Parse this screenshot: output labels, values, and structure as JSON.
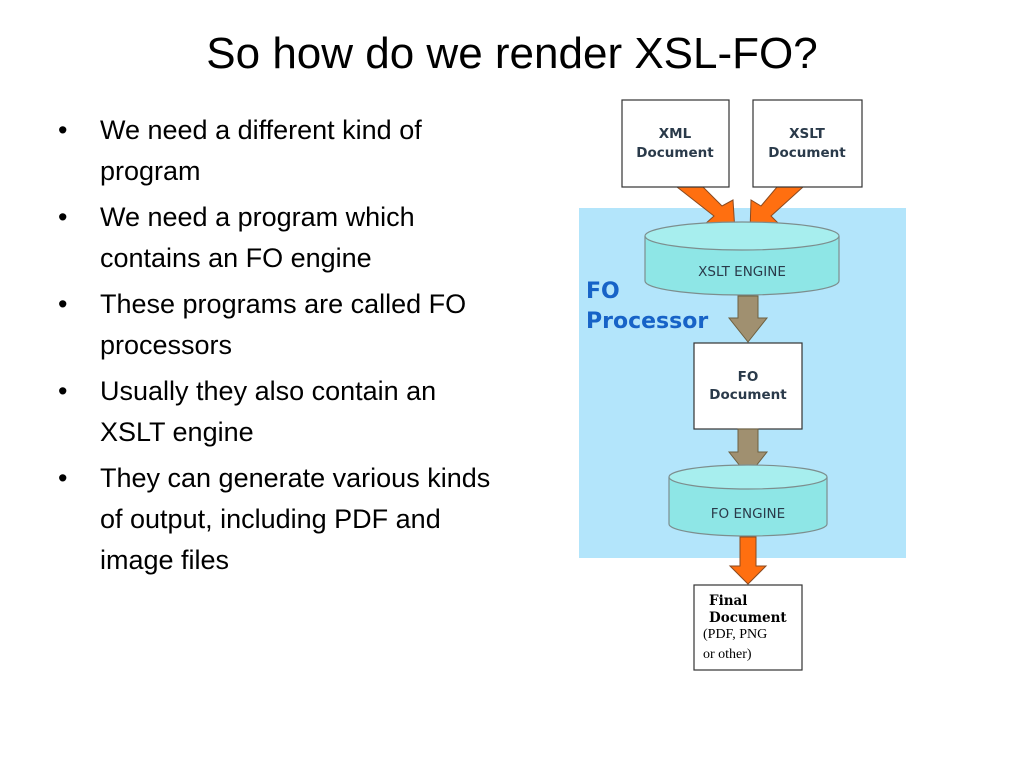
{
  "slide": {
    "title": "So how do we render XSL-FO?",
    "bullet_glyph": "•",
    "bullets": [
      "We need a different kind of program",
      "We need a program which contains an FO engine",
      "These programs are called FO processors",
      "Usually they also contain an XSLT engine",
      "They can generate various kinds of output, including PDF and image files"
    ]
  },
  "diagram": {
    "xml_doc": [
      "XML",
      "Document"
    ],
    "xslt_doc": [
      "XSLT",
      "Document"
    ],
    "processor": [
      "FO",
      "Processor"
    ],
    "xslt_engine": "XSLT ENGINE",
    "fo_doc": [
      "FO",
      "Document"
    ],
    "fo_engine": "FO ENGINE",
    "final_doc": [
      "Final",
      "Document",
      "(PDF, PNG",
      "or other)"
    ],
    "colors": {
      "processor_bg": "#b3e5fb",
      "engine_fill": "#8ee6e6",
      "orange_arrow": "#ff6f10",
      "gray_arrow": "#a09070",
      "processor_text": "#1763c7"
    }
  }
}
